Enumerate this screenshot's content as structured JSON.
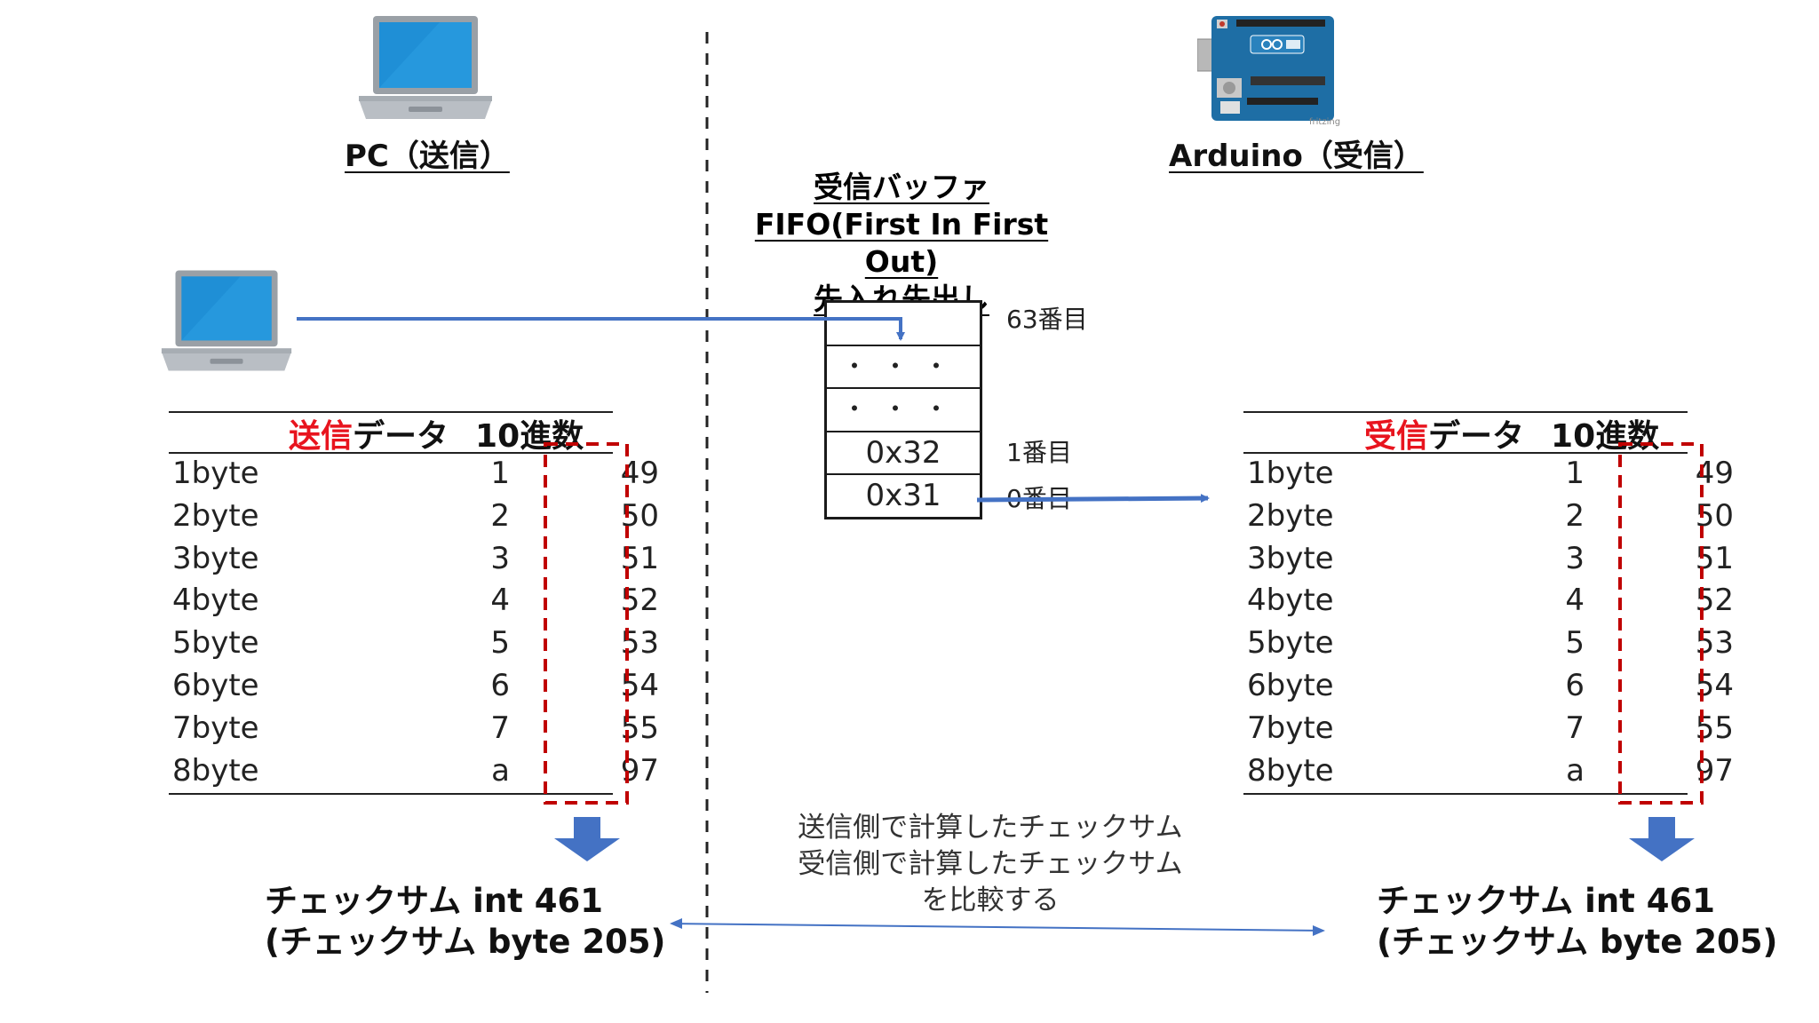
{
  "pc_title": "PC（送信）",
  "arduino_title": "Arduino（受信）",
  "buffer": {
    "title_lines": [
      "受信バッファ",
      "FIFO(First In First Out)",
      "先入れ先出し"
    ],
    "cells": [
      "・・・",
      "・・・",
      "0x32",
      "0x31"
    ],
    "labels": {
      "top": "63番目",
      "second": "1番目",
      "zero": "0番目"
    }
  },
  "send_table": {
    "header_red": "送信",
    "header_black": "データ",
    "header_decimal": "10進数",
    "rows": [
      {
        "label": "1byte",
        "value": "1",
        "decimal": "49"
      },
      {
        "label": "2byte",
        "value": "2",
        "decimal": "50"
      },
      {
        "label": "3byte",
        "value": "3",
        "decimal": "51"
      },
      {
        "label": "4byte",
        "value": "4",
        "decimal": "52"
      },
      {
        "label": "5byte",
        "value": "5",
        "decimal": "53"
      },
      {
        "label": "6byte",
        "value": "6",
        "decimal": "54"
      },
      {
        "label": "7byte",
        "value": "7",
        "decimal": "55"
      },
      {
        "label": "8byte",
        "value": "a",
        "decimal": "97"
      }
    ]
  },
  "receive_table": {
    "header_red": "受信",
    "header_black": "データ",
    "header_decimal": "10進数",
    "rows": [
      {
        "label": "1byte",
        "value": "1",
        "decimal": "49"
      },
      {
        "label": "2byte",
        "value": "2",
        "decimal": "50"
      },
      {
        "label": "3byte",
        "value": "3",
        "decimal": "51"
      },
      {
        "label": "4byte",
        "value": "4",
        "decimal": "52"
      },
      {
        "label": "5byte",
        "value": "5",
        "decimal": "53"
      },
      {
        "label": "6byte",
        "value": "6",
        "decimal": "54"
      },
      {
        "label": "7byte",
        "value": "7",
        "decimal": "55"
      },
      {
        "label": "8byte",
        "value": "a",
        "decimal": "97"
      }
    ]
  },
  "checksum": {
    "line1": "チェックサム int 461",
    "line2": "(チェックサム byte 205)"
  },
  "compare_note": [
    "送信側で計算したチェックサム",
    "受信側で計算したチェックサム",
    "を比較する"
  ],
  "board_small_text": "fritzing",
  "colors": {
    "accent_blue": "#4472c4",
    "highlight_red": "#e8141e",
    "dash_red": "#c00000",
    "laptop_screen": "#1f8fd6",
    "board_blue": "#1e6ea5"
  }
}
